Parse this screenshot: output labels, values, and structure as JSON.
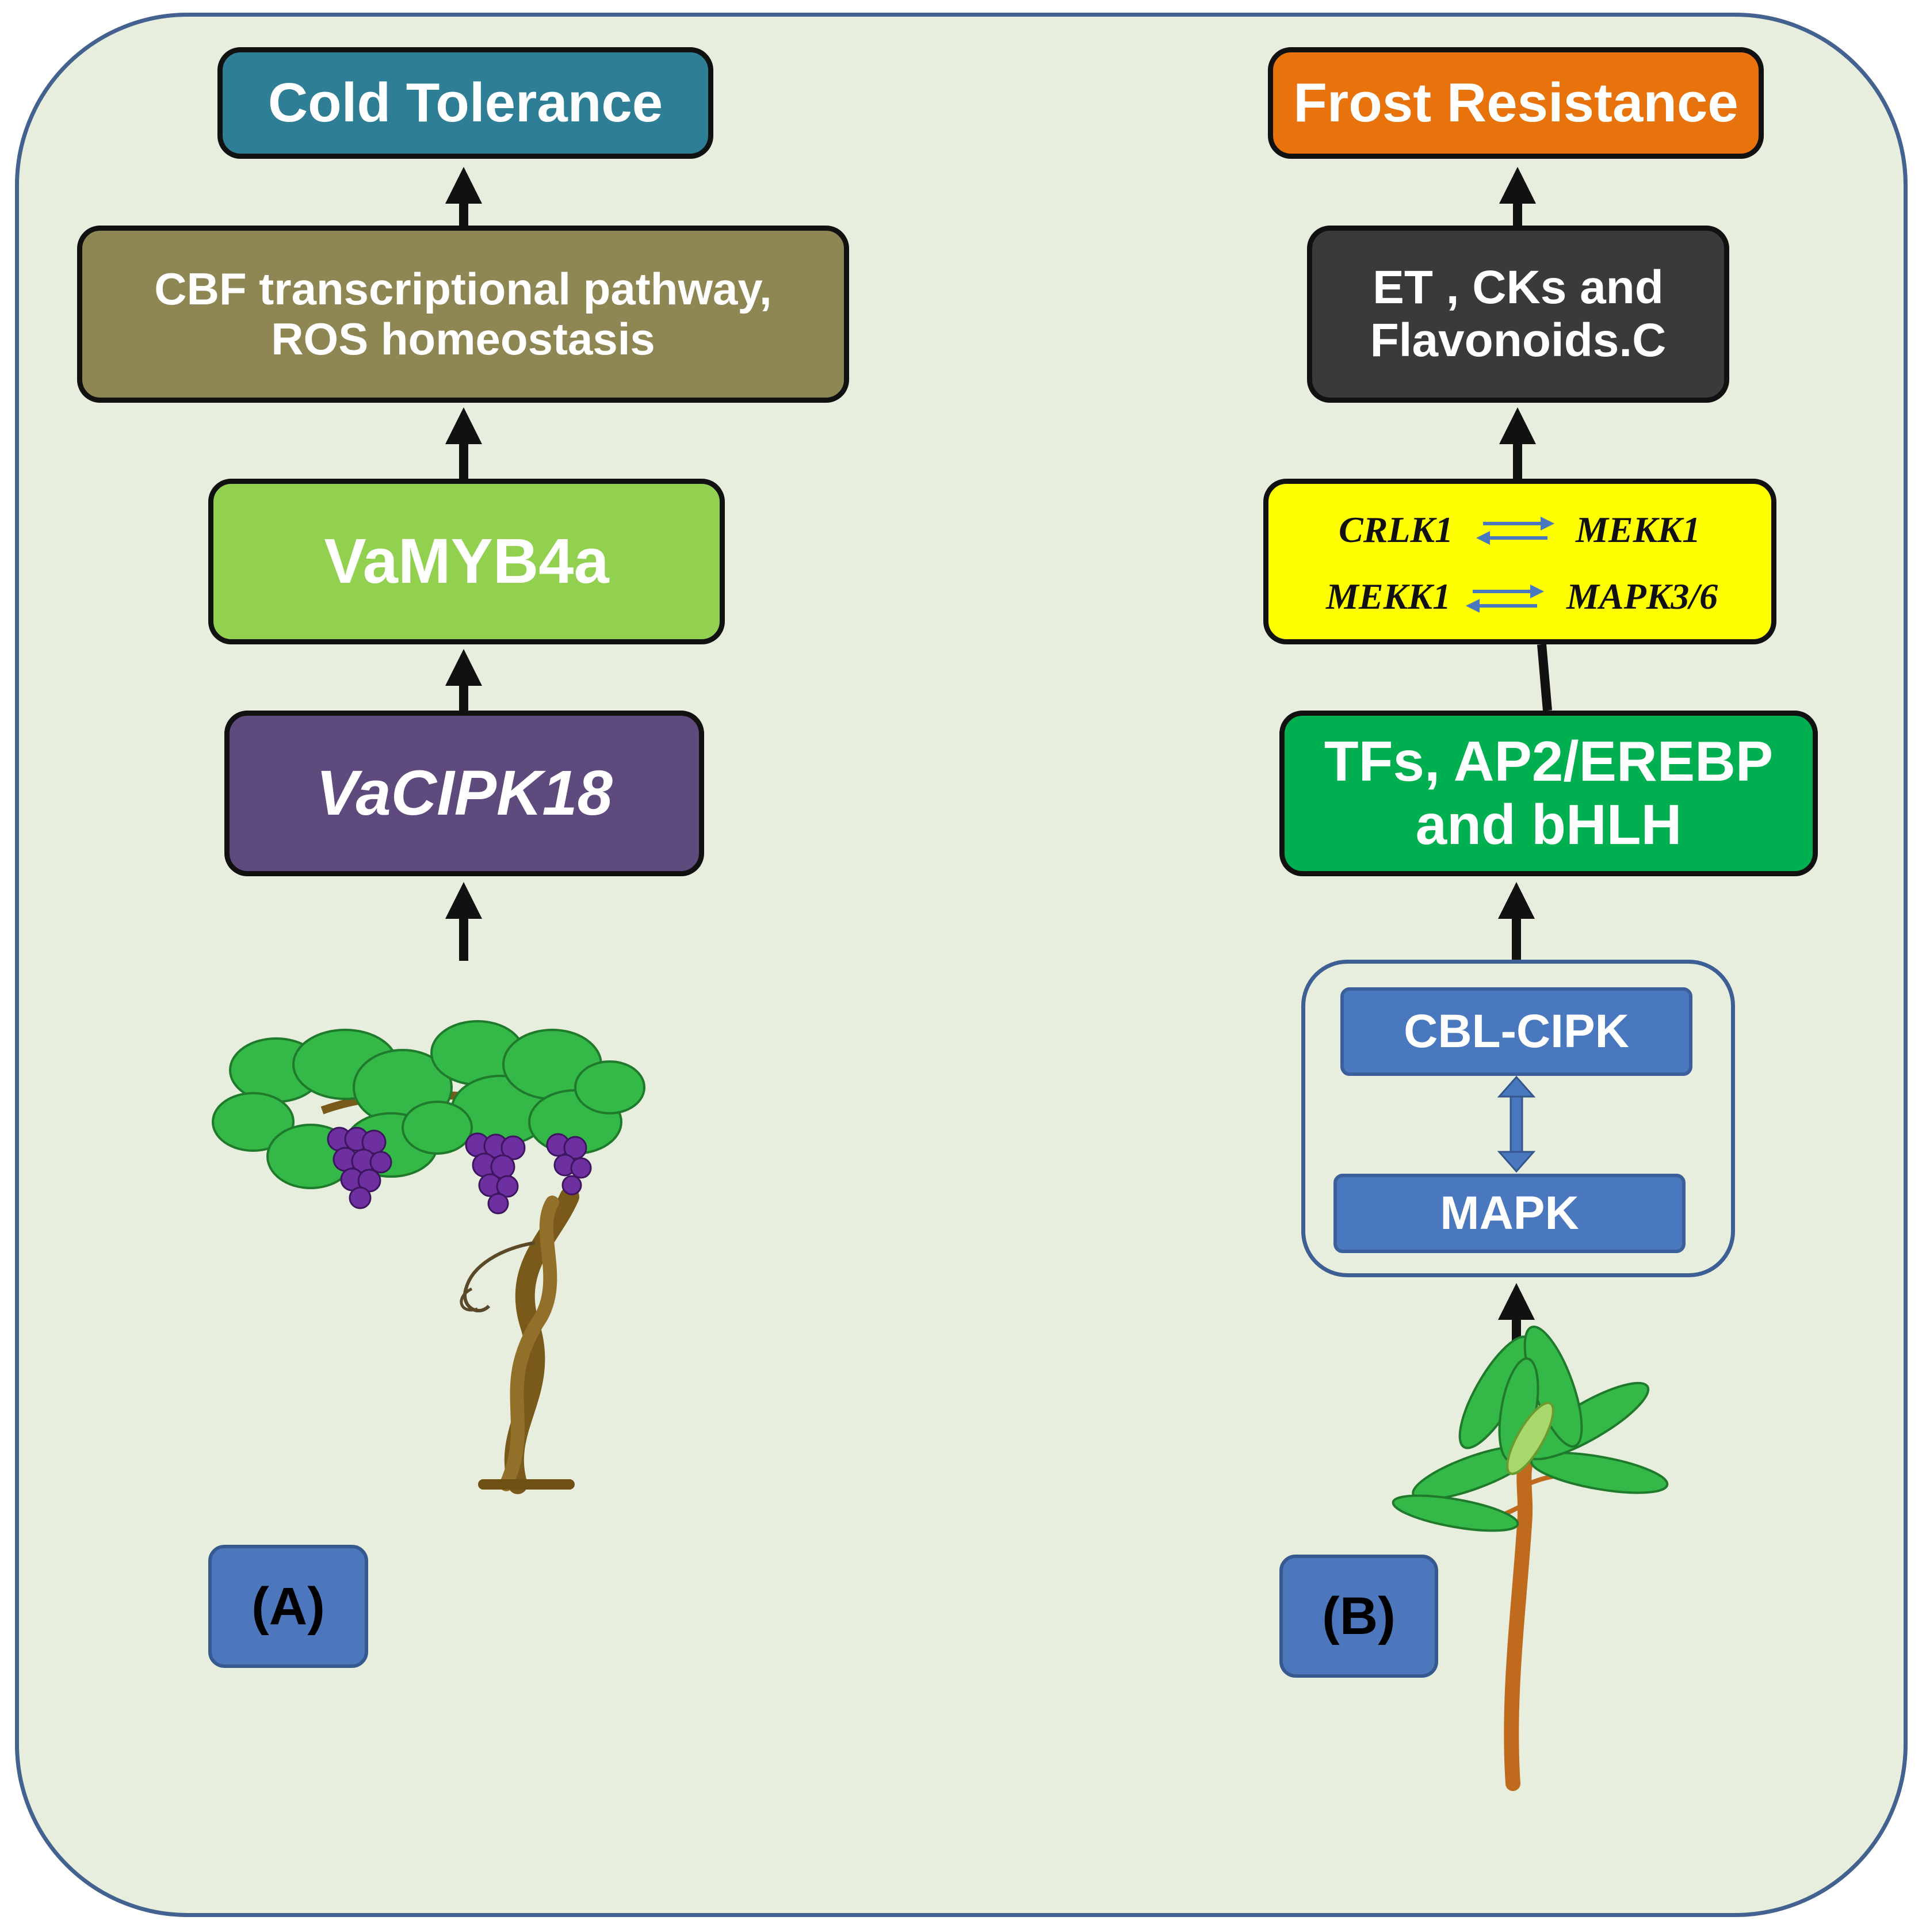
{
  "panel_a": {
    "top": "Cold Tolerance",
    "pathway": "CBF transcriptional pathway,\nROS homeostasis",
    "tf": "VaMYB4a",
    "kinase": "VaCIPK18",
    "label": "(A)"
  },
  "panel_b": {
    "top": "Frost Resistance",
    "hormones": "ET , CKs and\nFlavonoids.C",
    "mapk_row1_left": "CRLK1",
    "mapk_row1_right": "MEKK1",
    "mapk_row2_left": "MEKK1",
    "mapk_row2_right": "MAPK3/6",
    "tfs": "TFs, AP2/EREBP\nand bHLH",
    "cbl": "CBL-CIPK",
    "mapk": "MAPK",
    "label": "(B)"
  },
  "colors": {
    "cold_tolerance": "#2e7f96",
    "pathway": "#8f8753",
    "vamyb4a": "#92d050",
    "vacipk18": "#5e4a7d",
    "frost_resistance": "#e8720c",
    "hormones": "#3a3a3a",
    "mapk_box": "#ffff00",
    "tfs": "#00b050",
    "blue": "#4a78bf"
  }
}
